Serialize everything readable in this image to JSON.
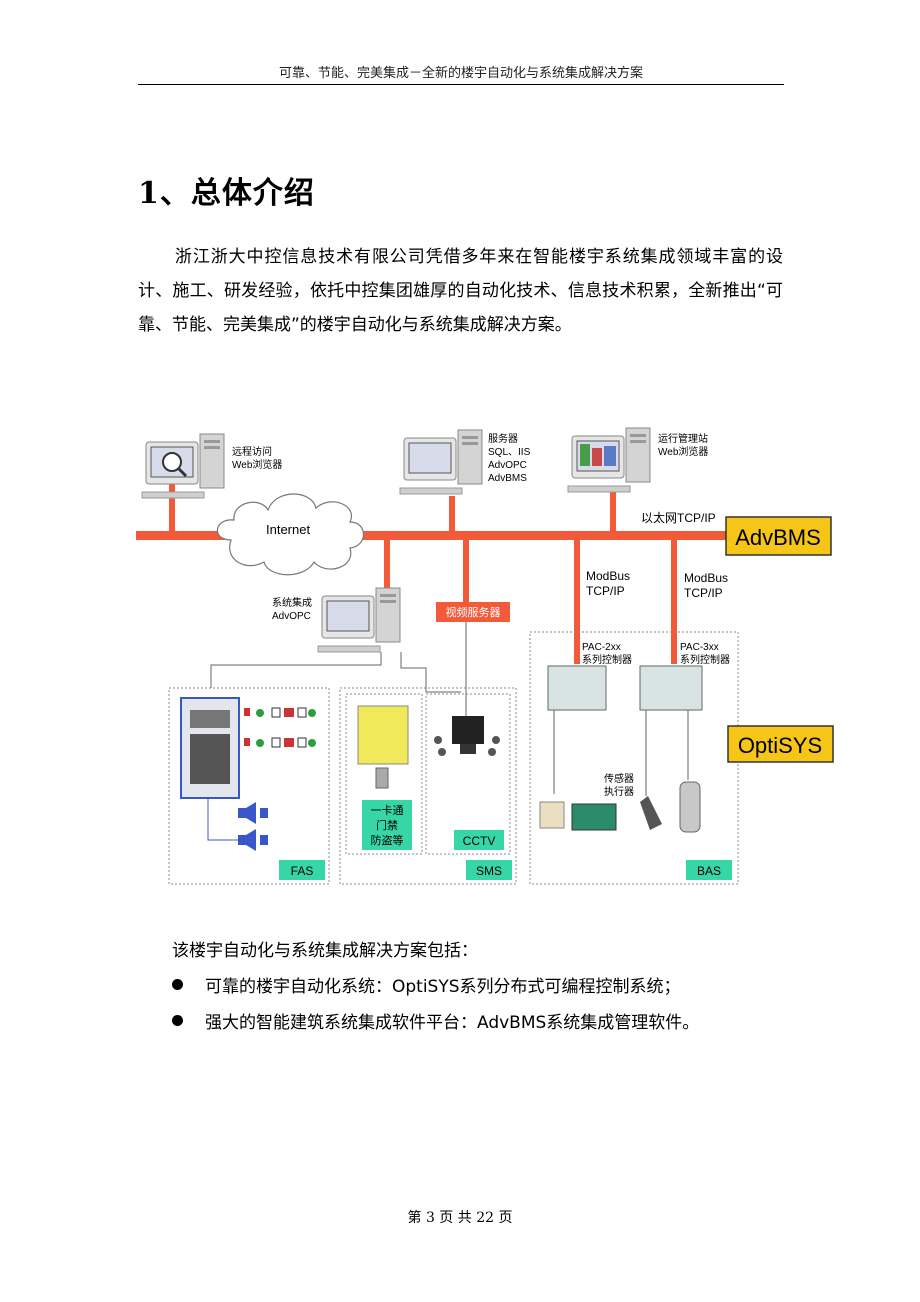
{
  "header": {
    "text": "可靠、节能、完美集成－全新的楼宇自动化与系统集成解决方案"
  },
  "section": {
    "title": "1、总体介绍",
    "paragraph": "浙江浙大中控信息技术有限公司凭借多年来在智能楼宇系统集成领域丰富的设计、施工、研发经验，依托中控集团雄厚的自动化技术、信息技术积累，全新推出“可靠、节能、完美集成”的楼宇自动化与系统集成解决方案。"
  },
  "diagram": {
    "remote_label_1": "远程访问",
    "remote_label_2": "Web浏览器",
    "server_label_1": "服务器",
    "server_label_2": "SQL、IIS",
    "server_label_3": "AdvOPC",
    "server_label_4": "AdvBMS",
    "ops_label_1": "运行管理站",
    "ops_label_2": "Web浏览器",
    "internet": "Internet",
    "ethernet": "以太网TCP/IP",
    "advbms_badge": "AdvBMS",
    "integ_label_1": "系统集成",
    "integ_label_2": "AdvOPC",
    "video_server": "视频服务器",
    "modbus_1a": "ModBus",
    "modbus_1b": "TCP/IP",
    "modbus_2a": "ModBus",
    "modbus_2b": "TCP/IP",
    "pac2_a": "PAC-2xx",
    "pac2_b": "系列控制器",
    "pac3_a": "PAC-3xx",
    "pac3_b": "系列控制器",
    "optisys_badge": "OptiSYS",
    "sensor_a": "传感器",
    "sensor_b": "执行器",
    "access_1": "一卡通",
    "access_2": "门禁",
    "access_3": "防盗等",
    "cctv": "CCTV",
    "fas": "FAS",
    "sms": "SMS",
    "bas": "BAS"
  },
  "intro": "该楼宇自动化与系统集成解决方案包括：",
  "bullets": [
    "可靠的楼宇自动化系统：OptiSYS系列分布式可编程控制系统；",
    "强大的智能建筑系统集成软件平台：AdvBMS系统集成管理软件。"
  ],
  "footer": "第 3 页 共 22 页",
  "colors": {
    "bus": "#f25a3a",
    "badge": "#f5c518",
    "label_box": "#36d6a6",
    "accent_blue": "#3a57c9"
  }
}
